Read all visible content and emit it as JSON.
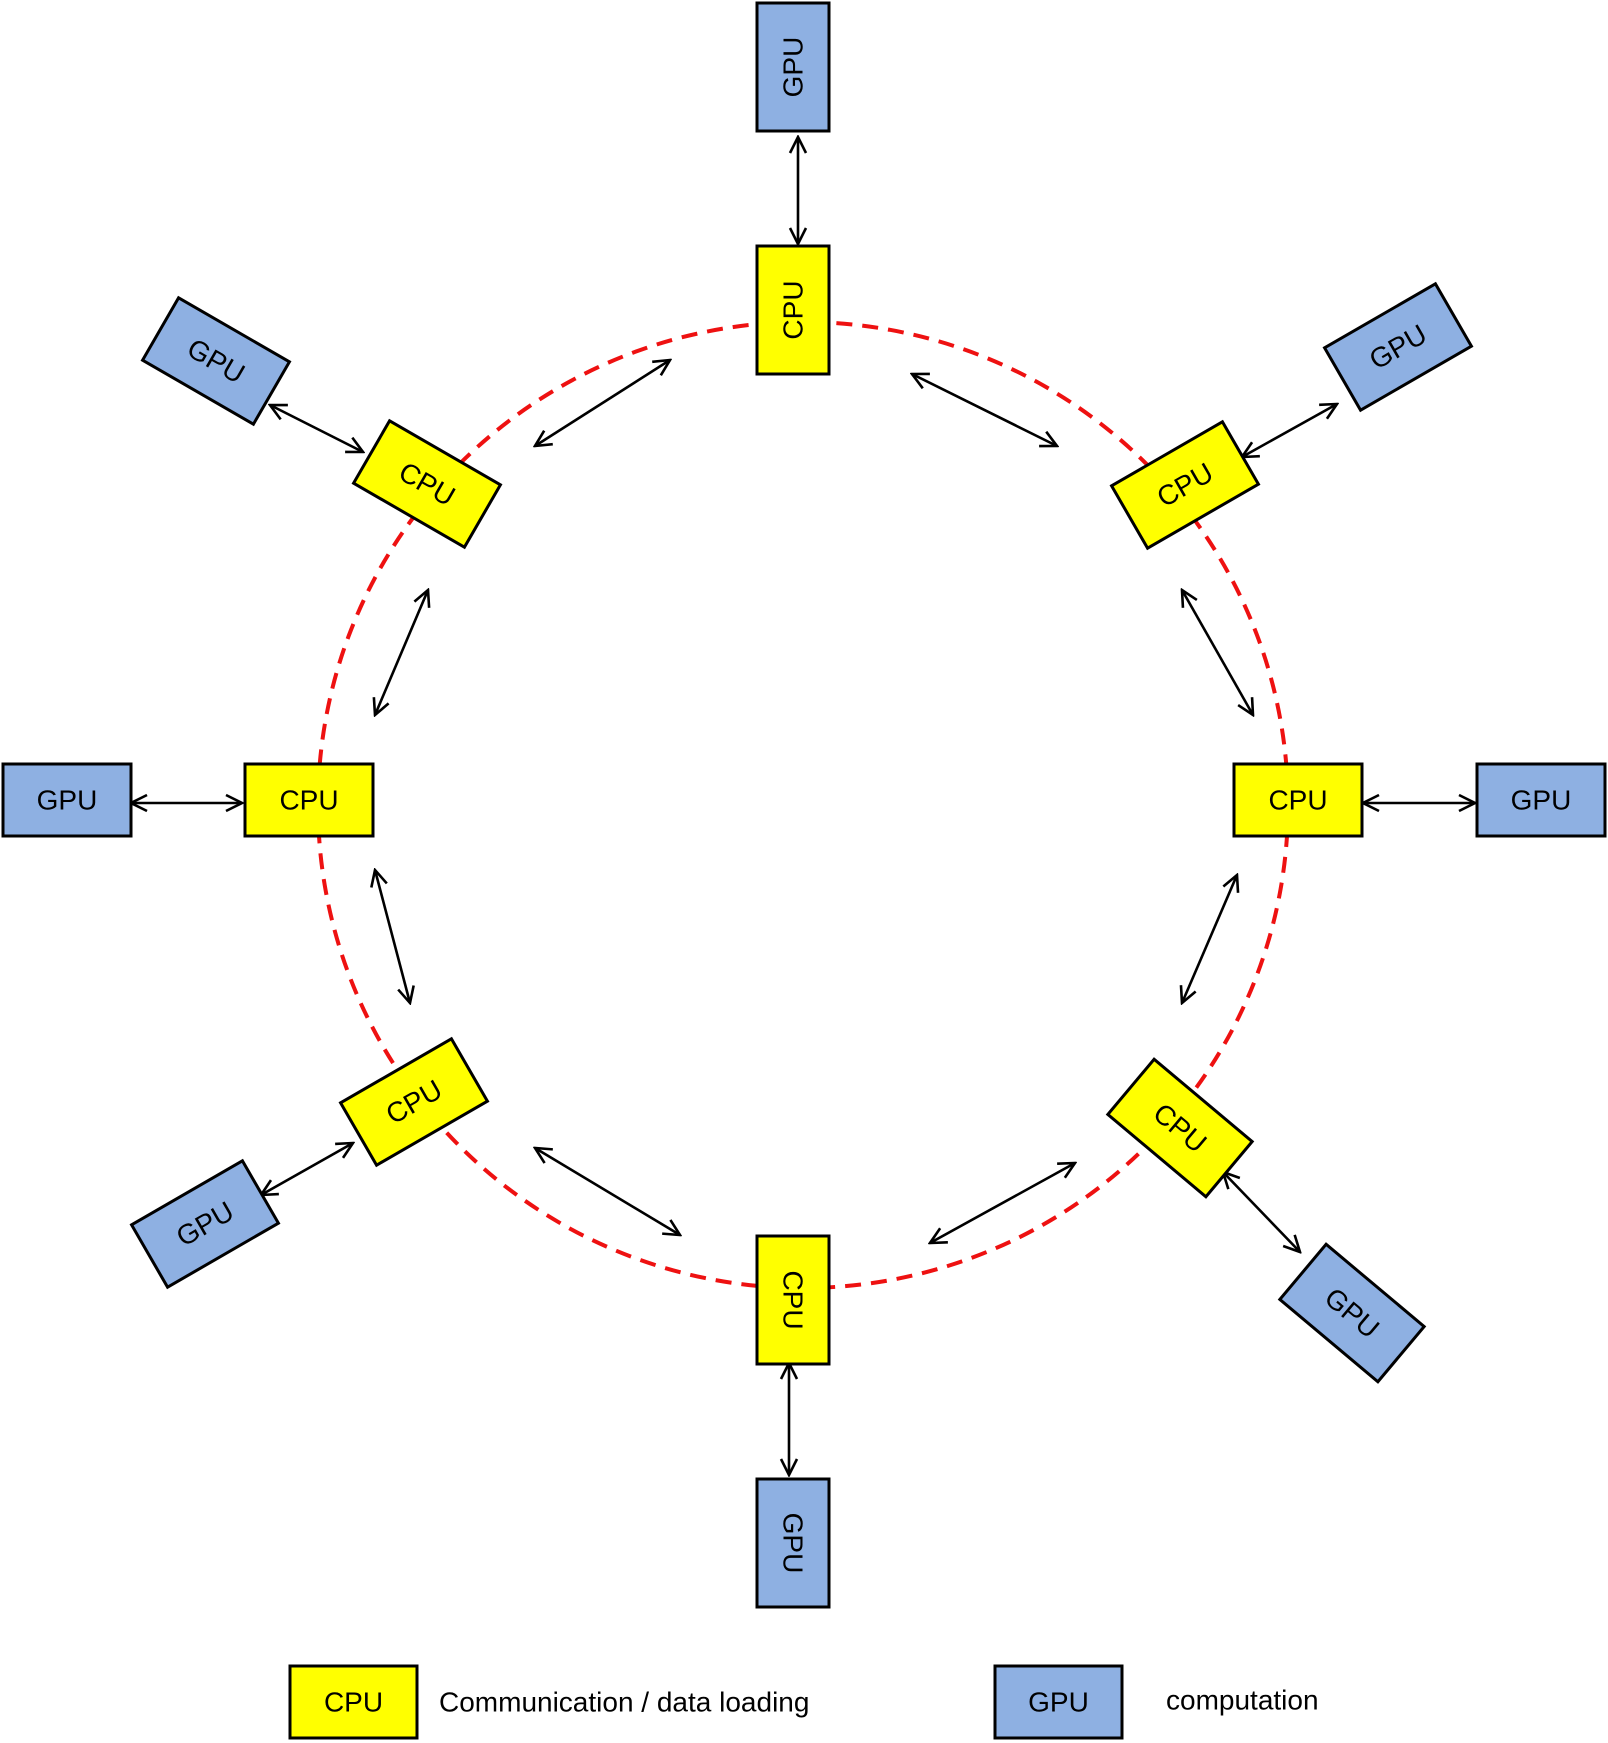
{
  "colors": {
    "cpu_fill": "#ffff00",
    "gpu_fill": "#8eb0e2",
    "ring": "#ee1111",
    "stroke": "#000000"
  },
  "nodes": [
    {
      "id": "top",
      "cpu_label": "CPU",
      "gpu_label": "GPU"
    },
    {
      "id": "top-right",
      "cpu_label": "CPU",
      "gpu_label": "GPU"
    },
    {
      "id": "right",
      "cpu_label": "CPU",
      "gpu_label": "GPU"
    },
    {
      "id": "bottom-right",
      "cpu_label": "CPU",
      "gpu_label": "GPU"
    },
    {
      "id": "bottom",
      "cpu_label": "CPU",
      "gpu_label": "GPU"
    },
    {
      "id": "bottom-left",
      "cpu_label": "CPU",
      "gpu_label": "GPU"
    },
    {
      "id": "left",
      "cpu_label": "CPU",
      "gpu_label": "GPU"
    },
    {
      "id": "top-left",
      "cpu_label": "CPU",
      "gpu_label": "GPU"
    }
  ],
  "legend": {
    "cpu_box_label": "CPU",
    "cpu_description": "Communication / data loading",
    "gpu_box_label": "GPU",
    "gpu_description": "computation"
  }
}
